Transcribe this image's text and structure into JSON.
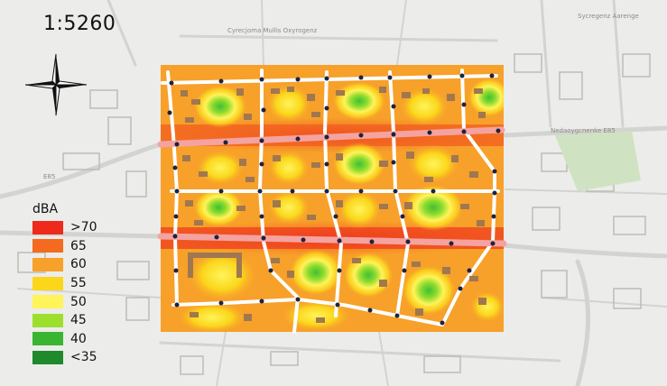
{
  "map": {
    "scale_text": "1:5260",
    "road_labels": [
      "Cyrecjoma Mullis Oxyrogenz",
      "Sycregenz Aarenge",
      "Nedaoygcnenke E85",
      "E85"
    ],
    "palette": {
      "background": "#ececea",
      "road": "#d9d9d6",
      "main_road": "#c9c9c5",
      "building": "#b9b9b4",
      "park": "#cfe2c2",
      "street_inside": "#ffffff",
      "arterial_inside": "#f4a3a0",
      "point": "#1c2340",
      "inside_building": "#a07850"
    },
    "icons": {
      "compass": "compass-rose-icon"
    }
  },
  "legend": {
    "title": "dBA",
    "items": [
      {
        "label": ">70",
        "color": "#ee2a1d"
      },
      {
        "label": "65",
        "color": "#f46b1f"
      },
      {
        "label": "60",
        "color": "#f7a02a"
      },
      {
        "label": "55",
        "color": "#fbd61b"
      },
      {
        "label": "50",
        "color": "#fff45a"
      },
      {
        "label": "45",
        "color": "#9ddf2d"
      },
      {
        "label": "40",
        "color": "#3ab532"
      },
      {
        "label": "<35",
        "color": "#1f8a2b"
      }
    ]
  }
}
